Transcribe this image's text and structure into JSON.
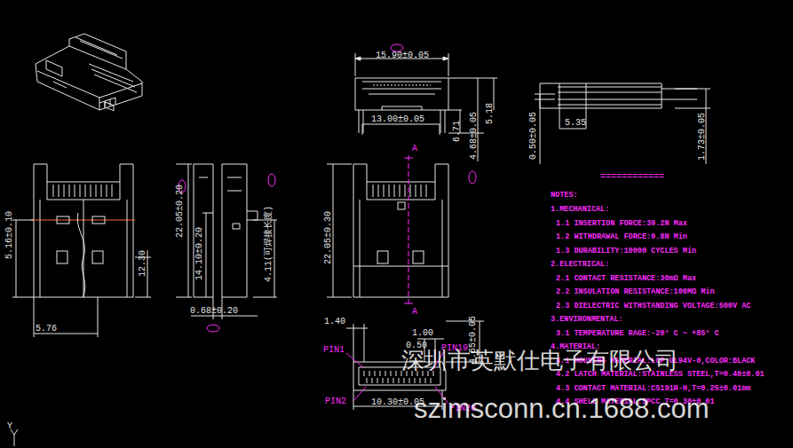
{
  "diagram": {
    "labels": [
      "15.90±0.05",
      "13.00±0.05",
      "6.71",
      "4.68±0.05",
      "5.18",
      "5.35",
      "0.50±0.05",
      "1.73±0.05",
      "============",
      "5.16±0.10",
      "12.30",
      "5.76",
      "22.05±0.20",
      "14.10±0.20",
      "4.11(可焊接长度)",
      "0.68±0.20",
      "22.05±0.30",
      "A",
      "A",
      "1.40",
      "1.00",
      "0.50",
      "PIN1",
      "PIN19",
      "PIN2",
      "10.30±0.05",
      "PIN20",
      "4.65±0.05",
      "NOTES:",
      "1.MECHANICAL:",
      "1.1 INSERTION FORCE:39.2N Max",
      "1.2 WITHDRAWAL FORCE:9.8N Min",
      "1.3 DURABILITY:10000 CYCLES Min",
      "2.ELECTRICAL:",
      "2.1 CONTACT RESISTANCE:30mΩ Max",
      "2.2 INSULATION RESISTANCE:100MΩ Min",
      "2.3 DIELECTRIC WITHSTANDING VOLTAGE:500V AC",
      "3.ENVIRONMENTAL:",
      "3.1 TEMPERATURE RAGE:-20° C ~ +85° C",
      "4.MATERIAL:",
      "4.1 HOUSING MATERIAL:LCP UL94V-0,COLOR:BLACK",
      "4.2 LATCH MATERIAL:STAINLESS STEEL,T=0.40±0.01",
      "4.3 CONTACT MATERIAL:C5191R-H,T=0.25±0.01mm",
      "4.4 SHELL MATERIAL:SPCC,T=0.30±0.01",
      "深圳市英默仕电子有限公司",
      "szimsconn.cn.1688.com",
      "Y"
    ]
  }
}
